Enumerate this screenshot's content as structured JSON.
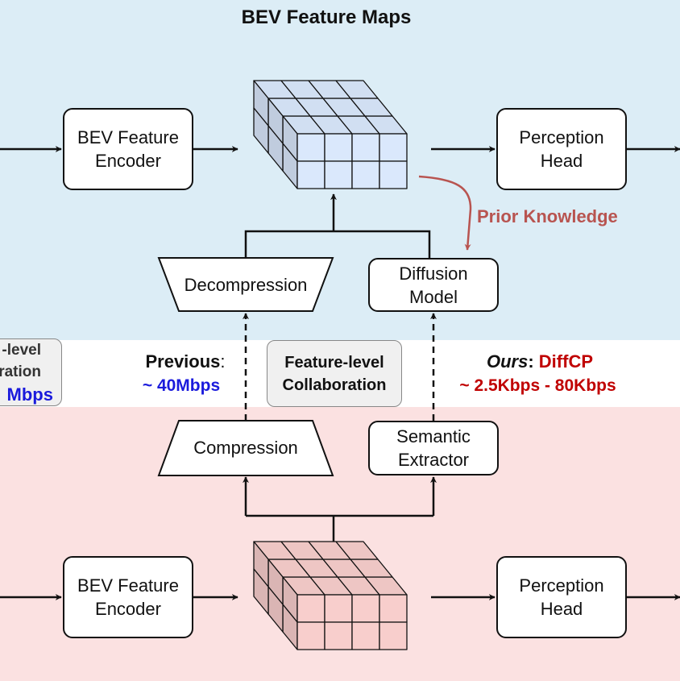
{
  "title": "BEV Feature Maps",
  "prior_knowledge": "Prior Knowledge",
  "top": {
    "encoder": [
      "BEV Feature",
      "Encoder"
    ],
    "head": [
      "Perception",
      "Head"
    ],
    "decompression": "Decompression",
    "diffusion": [
      "Diffusion",
      "Model"
    ]
  },
  "bottom": {
    "encoder": [
      "BEV Feature",
      "Encoder"
    ],
    "head": [
      "Perception",
      "Head"
    ],
    "compression": "Compression",
    "semantic": [
      "Semantic",
      "Extractor"
    ]
  },
  "middle": {
    "edge_line1": "-level",
    "edge_line2": "oration",
    "edge_rate": "Mbps",
    "previous_label": "Previous",
    "previous_rate": "~ 40Mbps",
    "collab": [
      "Feature-level",
      "Collaboration"
    ],
    "ours_label": "Ours",
    "ours_name": "DiffCP",
    "ours_rate": "~ 2.5Kbps - 80Kbps"
  },
  "colors": {
    "top_band": "#dcedf6",
    "bottom_band": "#fbe1e1",
    "blue_cube": "#dae8fc",
    "red_cube": "#f8cecc",
    "prior_arrow": "#b85450",
    "previous_rate": "#1a1adc",
    "ours": "#c00000"
  }
}
